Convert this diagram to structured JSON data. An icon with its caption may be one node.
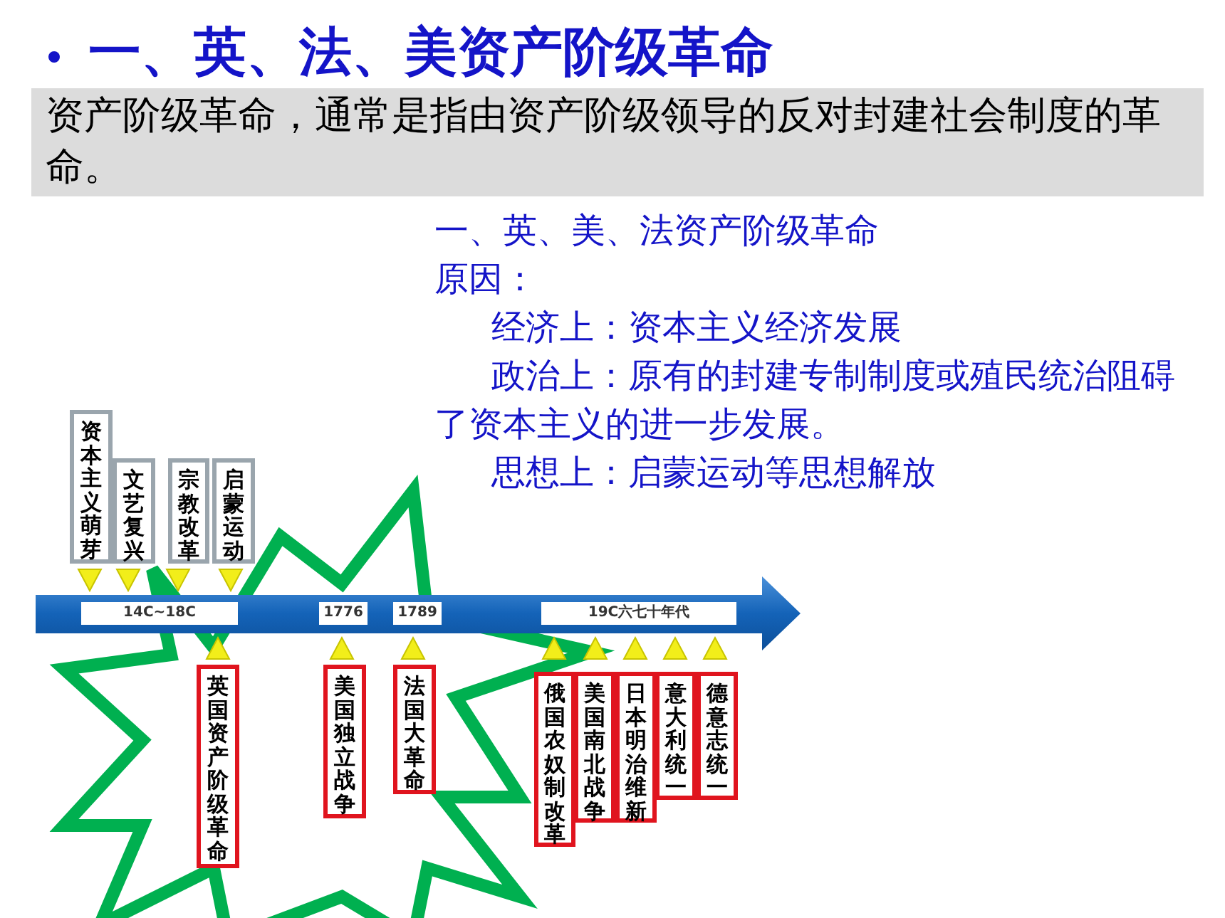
{
  "diagram": {
    "title": "一、英、法、美资产阶级革命",
    "nodes": [
      {
        "text": [
          "资本主义萌芽"
        ]
      },
      {
        "text": [
          "文艺复兴"
        ]
      },
      {
        "text": [
          "宗教改革"
        ]
      },
      {
        "text": [
          "启蒙运动"
        ]
      },
      {
        "text": [
          "英国资产阶级革命"
        ]
      },
      {
        "text": [
          "美国独立战争"
        ]
      },
      {
        "text": [
          "法国大革命"
        ]
      },
      {
        "text": [
          "俄国农奴制改革"
        ]
      },
      {
        "text": [
          "美国南北战争"
        ]
      },
      {
        "text": [
          "日本明治维新"
        ]
      },
      {
        "text": [
          "意大利统一"
        ]
      },
      {
        "text": [
          "德意志统一"
        ]
      }
    ],
    "labels": [
      "资产阶级革命，通常是指由资产阶级领导的反对封建社会制度的革命。",
      "一、英、美、法资产阶级革命",
      "原因：",
      "经济上：资本主义经济发展",
      "政治上：原有的封建专制制度或殖民统治阻碍了资本主义的进一步发展。",
      "思想上：启蒙运动等思想解放",
      "14C~18C",
      "1776",
      "1789",
      "19C六七十年代"
    ]
  }
}
